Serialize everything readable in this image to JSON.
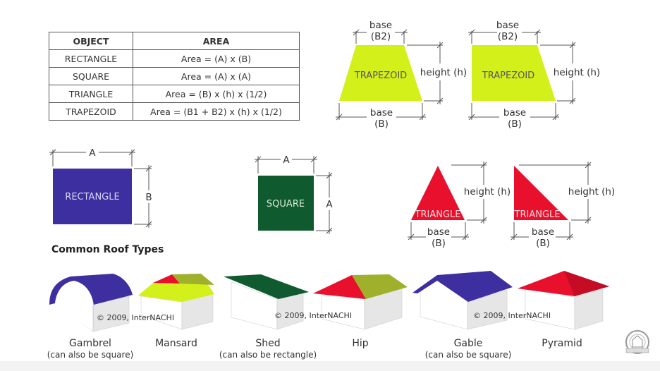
{
  "area_table": {
    "headers": [
      "OBJECT",
      "AREA"
    ],
    "rows": [
      {
        "object": "RECTANGLE",
        "area": "Area = (A) x (B)"
      },
      {
        "object": "SQUARE",
        "area": "Area = (A) x (A)"
      },
      {
        "object": "TRIANGLE",
        "area": "Area = (B) x (h) x (1/2)"
      },
      {
        "object": "TRAPEZOID",
        "area": "Area = (B1 + B2) x (h) x (1/2)"
      }
    ]
  },
  "shapes": {
    "trapezoid_1": {
      "label": "TRAPEZOID",
      "top_label": "base",
      "top_sub": "(B2)",
      "side_label": "height (h)",
      "bottom_label": "base",
      "bottom_sub": "(B)",
      "color": "#d4f01a"
    },
    "trapezoid_2": {
      "label": "TRAPEZOID",
      "top_label": "base",
      "top_sub": "(B2)",
      "side_label": "height (h)",
      "bottom_label": "base",
      "bottom_sub": "(B)",
      "color": "#d4f01a"
    },
    "rectangle": {
      "label": "RECTANGLE",
      "width_label": "A",
      "height_label": "B",
      "color": "#3d2fa0"
    },
    "square": {
      "label": "SQUARE",
      "width_label": "A",
      "height_label": "A",
      "color": "#0f5a2e"
    },
    "triangle_1": {
      "label": "TRIANGLE",
      "side_label": "height (h)",
      "bottom_label": "base",
      "bottom_sub": "(B)",
      "color": "#e8102c"
    },
    "triangle_2": {
      "label": "TRIANGLE",
      "side_label": "height (h)",
      "bottom_label": "base",
      "bottom_sub": "(B)",
      "color": "#e8102c"
    }
  },
  "roofs": {
    "title": "Common Roof Types",
    "copyright": "© 2009, InterNACHI",
    "items": [
      {
        "name": "Gambrel",
        "note": "(can also be square)",
        "color": "#3d2fa0"
      },
      {
        "name": "Mansard",
        "note": "",
        "colors": [
          "#d4f01a",
          "#e8102c",
          "#9fb02a"
        ]
      },
      {
        "name": "Shed",
        "note": "(can also be rectangle)",
        "color": "#0f5a2e"
      },
      {
        "name": "Hip",
        "note": "",
        "colors": [
          "#e8102c",
          "#9fb02a"
        ]
      },
      {
        "name": "Gable",
        "note": "(can also be square)",
        "color": "#3d2fa0"
      },
      {
        "name": "Pyramid",
        "note": "",
        "color": "#e8102c"
      }
    ]
  },
  "logo": {
    "name": "InterNACHI seal"
  }
}
